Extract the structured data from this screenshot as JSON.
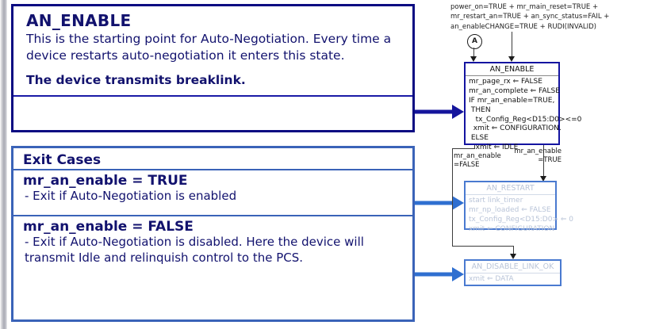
{
  "left_panel": {
    "enable_card": {
      "title": "AN_ENABLE",
      "description": "This is the starting point for Auto-Negotiation. Every time a device restarts auto-negotiation it enters this state.",
      "footer": "The device transmits breaklink."
    },
    "exit_card": {
      "header": "Exit Cases",
      "cases": [
        {
          "title": "mr_an_enable = TRUE",
          "body": "- Exit if Auto-Negotiation is enabled"
        },
        {
          "title": "mr_an_enable = FALSE",
          "body": "- Exit if Auto-Negotiation is disabled. Here the device will transmit Idle and relinquish control to the PCS."
        }
      ]
    }
  },
  "diagram": {
    "entry_condition": "power_on=TRUE + mr_main_reset=TRUE + mr_restart_an=TRUE + an_sync_status=FAIL + an_enableCHANGE=TRUE + RUDI(INVALID)",
    "connector_label": "A",
    "states": [
      {
        "name": "AN_ENABLE",
        "actions": [
          "mr_page_rx ⇐ FALSE",
          "mr_an_complete ⇐ FALSE",
          "IF mr_an_enable=TRUE,",
          " THEN",
          "   tx_Config_Reg<D15:D0><=0",
          "  xmit ⇐ CONFIGURATION.",
          " ELSE",
          "   xmit ⇐ IDLE"
        ],
        "highlighted": "true"
      },
      {
        "name": "AN_RESTART",
        "actions": [
          "start link_timer",
          "mr_np_loaded ⇐ FALSE",
          "tx_Config_Reg<D15:D0> ⇐ 0",
          "xmit ⇐ CONFIGURATION"
        ],
        "highlighted": "false"
      },
      {
        "name": "AN_DISABLE_LINK_OK",
        "actions": [
          "xmit ⇐ DATA"
        ],
        "highlighted": "false"
      }
    ],
    "transitions": [
      {
        "label_line1": "mr_an_enable",
        "label_line2": "=TRUE"
      },
      {
        "label_line1": "mr_an_enable",
        "label_line2": "=FALSE"
      }
    ]
  },
  "colors": {
    "navy": "#12126e",
    "enable_border": "#0a0a82",
    "exit_border": "#3a63b8",
    "arrow_navy": "#15159c",
    "arrow_blue": "#2f6fd0",
    "ghost_text": "#b9c4d8"
  }
}
